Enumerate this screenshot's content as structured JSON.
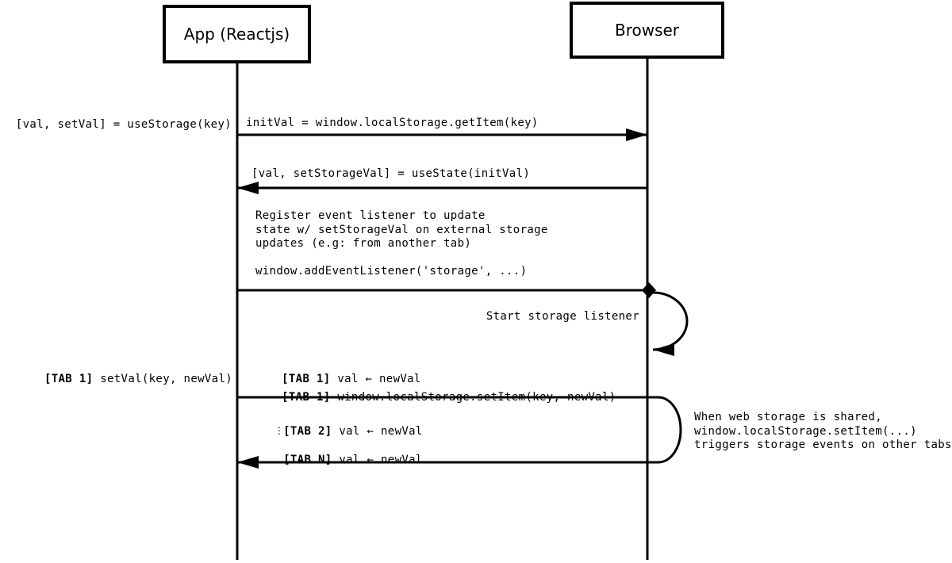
{
  "colors": {
    "ink": "#000000",
    "paper": "#ffffff"
  },
  "actors": [
    {
      "label": "App (Reactjs)"
    },
    {
      "label": "Browser"
    }
  ],
  "annotations": {
    "use_storage_call": "[val, setVal] = useStorage(key)",
    "tab1_setval": {
      "tag": "[TAB 1]",
      "text": " setVal(key, newVal)"
    },
    "right_note": "When web storage is shared,\nwindow.localStorage.setItem(...)\ntriggers storage events on other tabs"
  },
  "messages": {
    "get_item": "initVal = window.localStorage.getItem(key)",
    "use_state": "[val, setStorageVal] = useState(initVal)",
    "register_note": "Register event listener to update\nstate w/ setStorageVal on external storage\nupdates (e.g: from another tab)\n\nwindow.addEventListener('storage', ...)",
    "start_listener": "Start storage listener",
    "tab1_val": {
      "tag": "[TAB 1]",
      "text": " val ← newVal"
    },
    "tab1_setitem": {
      "tag": "[TAB 1]",
      "text": " window.localStorage.setItem(key, newVal)"
    },
    "tab2_val": {
      "tag": "[TAB 2]",
      "text": " val ← newVal"
    },
    "ellipsis": "⋮",
    "tabn_val": {
      "tag": "[TAB N]",
      "text": " val ← newVal"
    }
  }
}
